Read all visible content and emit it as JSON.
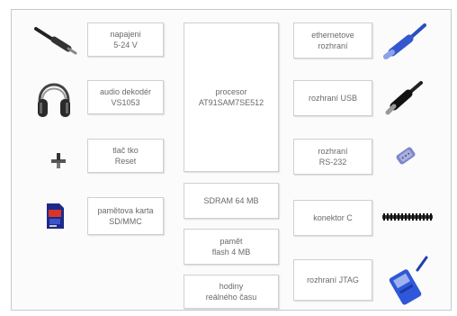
{
  "labels": {
    "power": "napajeni\n5-24 V",
    "audio": "audio dekodér\nVS1053",
    "reset": "tlač tko\nReset",
    "sdcard": "pamětova karta\nSD/MMC",
    "cpu": "procesor\nAT91SAM7SE512",
    "sdram": "SDRAM 64 MB",
    "flash": "pamět\nflash 4 MB",
    "rtc": "hodiny\nreálného času",
    "ethernet": "ethernetove\nrozhraní",
    "usb": "rozhraní USB",
    "rs232": "rozhraní\nRS-232",
    "connector": "konektor C",
    "jtag": "rozhraní JTAG"
  },
  "icons": {
    "power": "power-plug-icon",
    "audio": "headphones-icon",
    "reset": "push-button-icon",
    "sdcard": "sd-card-icon",
    "ethernet": "ethernet-cable-icon",
    "usb": "usb-cable-icon",
    "rs232": "serial-connector-icon",
    "connector": "pin-header-icon",
    "jtag": "jtag-programmer-icon"
  }
}
